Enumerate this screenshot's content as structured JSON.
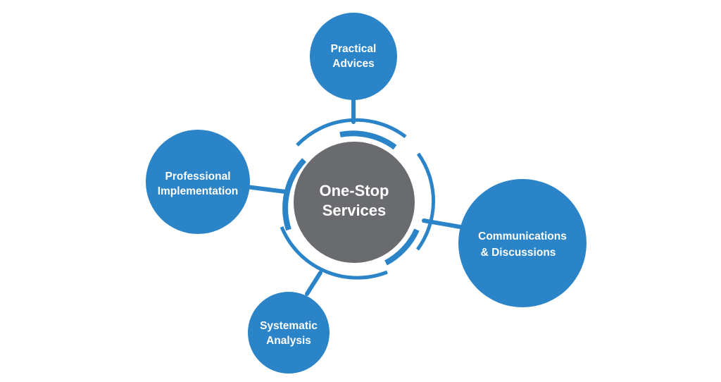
{
  "colors": {
    "node_fill": "#2a84c7",
    "center_fill": "#6a6b6e",
    "ring_stroke": "#2a84c7",
    "background": "#ffffff"
  },
  "center": {
    "line1": "One-Stop",
    "line2": "Services"
  },
  "nodes": [
    {
      "line1": "Practical",
      "line2": "Advices"
    },
    {
      "line1": "Professional",
      "line2": "Implementation"
    },
    {
      "line1": "Communications",
      "line2": "& Discussions"
    },
    {
      "line1": "Systematic",
      "line2": "Analysis"
    }
  ]
}
